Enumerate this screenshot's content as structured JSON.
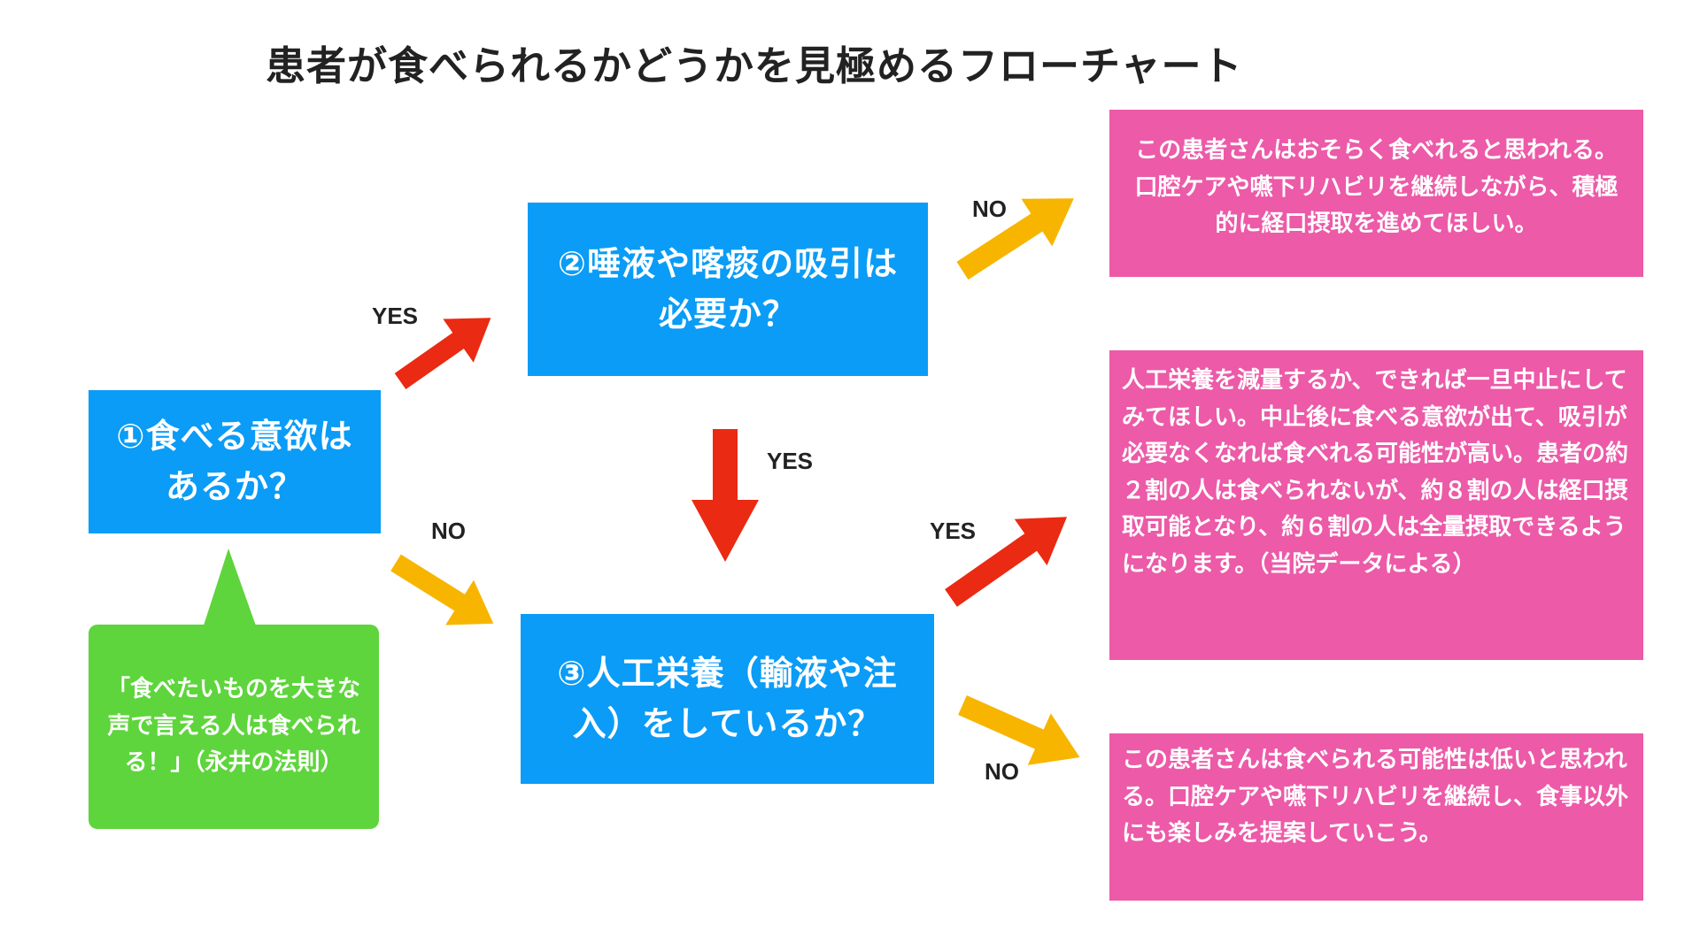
{
  "title": "患者が食べられるかどうかを見極めるフローチャート",
  "nodes": {
    "q1": "①食べる意欲はあるか？",
    "q2": "②唾液や喀痰の吸引は必要か？",
    "q3": "③人工栄養（輸液や注入）をしているか？",
    "note": "「食べたいものを大きな声で言える人は食べられる！」（永井の法則）",
    "result_good": "この患者さんはおそらく食べれると思われる。口腔ケアや嚥下リハビリを継続しながら、積極的に経口摂取を進めてほしい。",
    "result_reduce": "人工栄養を減量するか、できれば一旦中止にしてみてほしい。中止後に食べる意欲が出て、吸引が必要なくなれば食べれる可能性が高い。患者の約２割の人は食べられないが、約８割の人は経口摂取可能となり、約６割の人は全量摂取できるようになります。（当院データによる）",
    "result_low": "この患者さんは食べられる可能性は低いと思われる。口腔ケアや嚥下リハビリを継続し、食事以外にも楽しみを提案していこう。"
  },
  "edges": {
    "q1_to_q2": "YES",
    "q1_to_q3": "NO",
    "q2_to_q3": "YES",
    "q2_to_good": "NO",
    "q3_to_reduce": "YES",
    "q3_to_low": "NO"
  },
  "colors": {
    "question": "#0a9cf6",
    "note": "#5ed53c",
    "result": "#ec5aa8",
    "arrow_yes": "#ea2a12",
    "arrow_no": "#f7b500"
  }
}
